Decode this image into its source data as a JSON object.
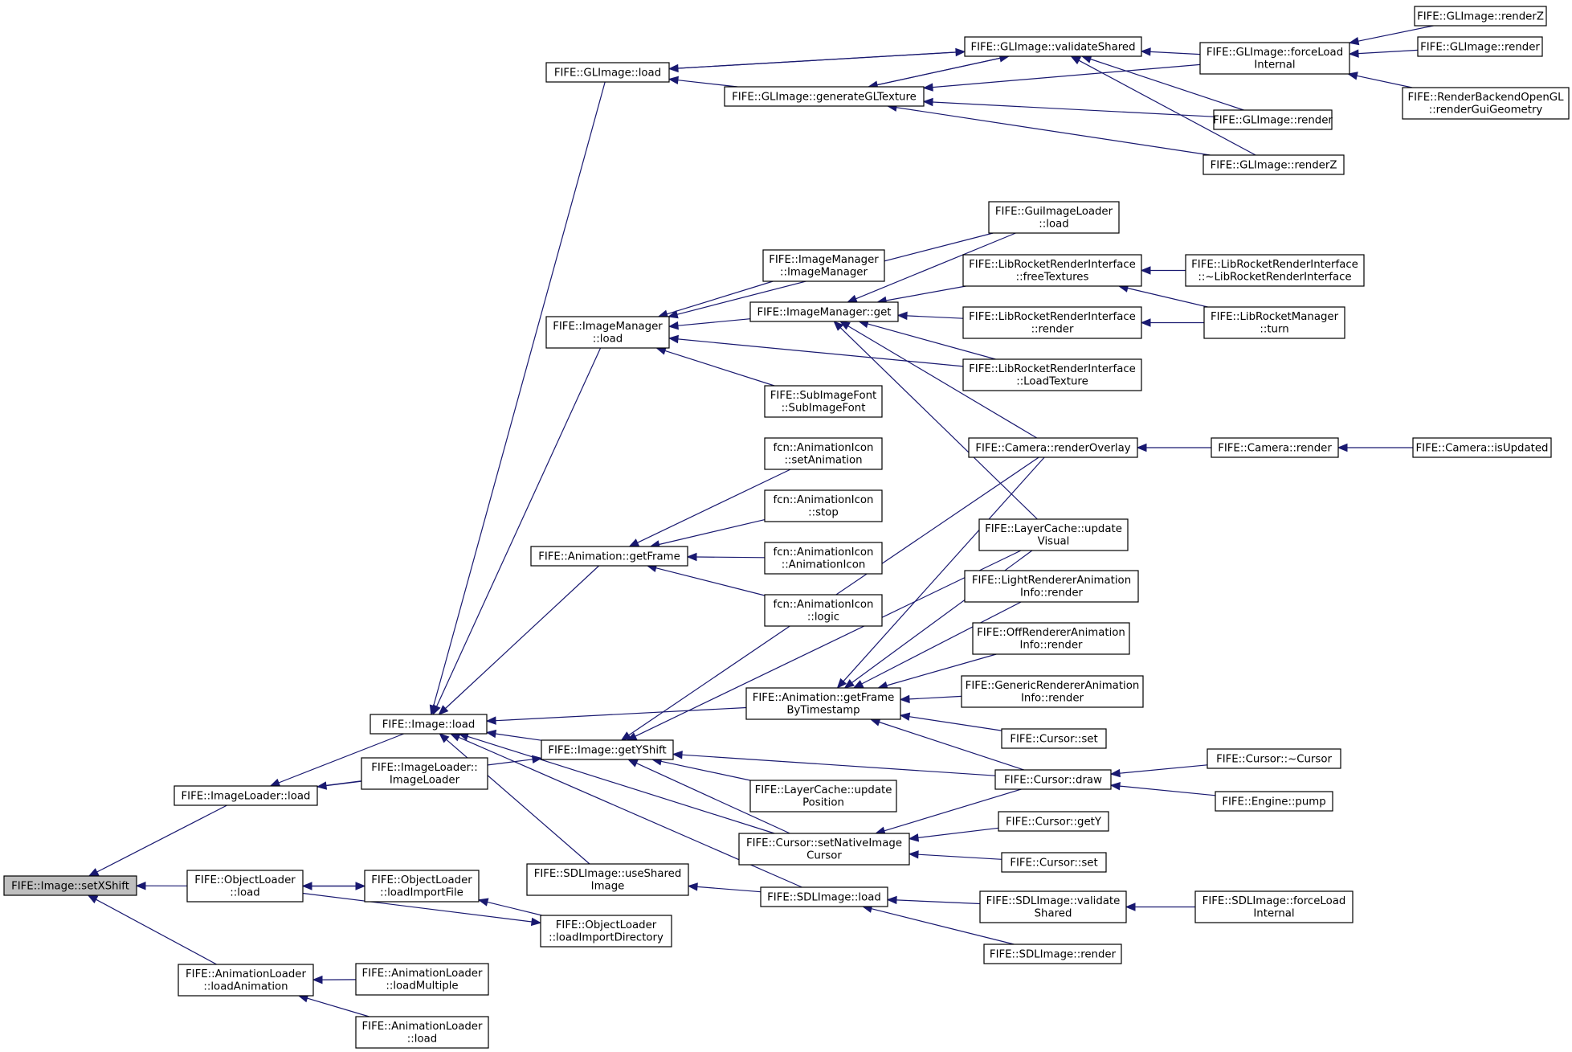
{
  "nodes": [
    {
      "id": "root",
      "lines": [
        "FIFE::Image::setXShift"
      ],
      "root": true
    },
    {
      "id": "il_load",
      "lines": [
        "FIFE::ImageLoader::load"
      ]
    },
    {
      "id": "ol_load",
      "lines": [
        "FIFE::ObjectLoader",
        "::load"
      ]
    },
    {
      "id": "al_loadanim",
      "lines": [
        "FIFE::AnimationLoader",
        "::loadAnimation"
      ]
    },
    {
      "id": "img_load",
      "lines": [
        "FIFE::Image::load"
      ]
    },
    {
      "id": "il_ctor",
      "lines": [
        "FIFE::ImageLoader::",
        "ImageLoader"
      ]
    },
    {
      "id": "ol_importfile",
      "lines": [
        "FIFE::ObjectLoader",
        "::loadImportFile"
      ]
    },
    {
      "id": "ol_importdir",
      "lines": [
        "FIFE::ObjectLoader",
        "::loadImportDirectory"
      ]
    },
    {
      "id": "al_multiple",
      "lines": [
        "FIFE::AnimationLoader",
        "::loadMultiple"
      ]
    },
    {
      "id": "al_load",
      "lines": [
        "FIFE::AnimationLoader",
        "::load"
      ]
    },
    {
      "id": "gl_load",
      "lines": [
        "FIFE::GLImage::load"
      ]
    },
    {
      "id": "im_load",
      "lines": [
        "FIFE::ImageManager",
        "::load"
      ]
    },
    {
      "id": "anim_getframe",
      "lines": [
        "FIFE::Animation::getFrame"
      ]
    },
    {
      "id": "img_getyshift",
      "lines": [
        "FIFE::Image::getYShift"
      ]
    },
    {
      "id": "sdl_useshared",
      "lines": [
        "FIFE::SDLImage::useShared",
        "Image"
      ]
    },
    {
      "id": "gl_gentex",
      "lines": [
        "FIFE::GLImage::generateGLTexture"
      ]
    },
    {
      "id": "gl_validate",
      "lines": [
        "FIFE::GLImage::validateShared"
      ]
    },
    {
      "id": "gl_forceload",
      "lines": [
        "FIFE::GLImage::forceLoad",
        "Internal"
      ]
    },
    {
      "id": "gl_render_a",
      "lines": [
        "FIFE::GLImage::render"
      ]
    },
    {
      "id": "gl_renderz_a",
      "lines": [
        "FIFE::GLImage::renderZ"
      ]
    },
    {
      "id": "gl_renderz_b",
      "lines": [
        "FIFE::GLImage::renderZ"
      ]
    },
    {
      "id": "gl_render_b",
      "lines": [
        "FIFE::GLImage::render"
      ]
    },
    {
      "id": "rbogl_gui",
      "lines": [
        "FIFE::RenderBackendOpenGL",
        "::renderGuiGeometry"
      ]
    },
    {
      "id": "guiimgloader",
      "lines": [
        "FIFE::GuiImageLoader",
        "::load"
      ]
    },
    {
      "id": "im_ctor",
      "lines": [
        "FIFE::ImageManager",
        "::ImageManager"
      ]
    },
    {
      "id": "im_get",
      "lines": [
        "FIFE::ImageManager::get"
      ]
    },
    {
      "id": "subimgfont",
      "lines": [
        "FIFE::SubImageFont",
        "::SubImageFont"
      ]
    },
    {
      "id": "lr_freetex",
      "lines": [
        "FIFE::LibRocketRenderInterface",
        "::freeTextures"
      ]
    },
    {
      "id": "lr_dtor",
      "lines": [
        "FIFE::LibRocketRenderInterface",
        "::~LibRocketRenderInterface"
      ]
    },
    {
      "id": "lr_render",
      "lines": [
        "FIFE::LibRocketRenderInterface",
        "::render"
      ]
    },
    {
      "id": "lrm_turn",
      "lines": [
        "FIFE::LibRocketManager",
        "::turn"
      ]
    },
    {
      "id": "lr_loadtex",
      "lines": [
        "FIFE::LibRocketRenderInterface",
        "::LoadTexture"
      ]
    },
    {
      "id": "ai_setanim",
      "lines": [
        "fcn::AnimationIcon",
        "::setAnimation"
      ]
    },
    {
      "id": "ai_stop",
      "lines": [
        "fcn::AnimationIcon",
        "::stop"
      ]
    },
    {
      "id": "ai_ctor",
      "lines": [
        "fcn::AnimationIcon",
        "::AnimationIcon"
      ]
    },
    {
      "id": "ai_logic",
      "lines": [
        "fcn::AnimationIcon",
        "::logic"
      ]
    },
    {
      "id": "cam_overlay",
      "lines": [
        "FIFE::Camera::renderOverlay"
      ]
    },
    {
      "id": "cam_render",
      "lines": [
        "FIFE::Camera::render"
      ]
    },
    {
      "id": "cam_isupdated",
      "lines": [
        "FIFE::Camera::isUpdated"
      ]
    },
    {
      "id": "lc_updatevisual",
      "lines": [
        "FIFE::LayerCache::update",
        "Visual"
      ]
    },
    {
      "id": "lightr",
      "lines": [
        "FIFE::LightRendererAnimation",
        "Info::render"
      ]
    },
    {
      "id": "offr",
      "lines": [
        "FIFE::OffRendererAnimation",
        "Info::render"
      ]
    },
    {
      "id": "anim_bytime",
      "lines": [
        "FIFE::Animation::getFrame",
        "ByTimestamp"
      ]
    },
    {
      "id": "genr",
      "lines": [
        "FIFE::GenericRendererAnimation",
        "Info::render"
      ]
    },
    {
      "id": "cur_set_a",
      "lines": [
        "FIFE::Cursor::set"
      ]
    },
    {
      "id": "cur_draw",
      "lines": [
        "FIFE::Cursor::draw"
      ]
    },
    {
      "id": "cur_dtor",
      "lines": [
        "FIFE::Cursor::~Cursor"
      ]
    },
    {
      "id": "eng_pump",
      "lines": [
        "FIFE::Engine::pump"
      ]
    },
    {
      "id": "lc_updatepos",
      "lines": [
        "FIFE::LayerCache::update",
        "Position"
      ]
    },
    {
      "id": "cur_setnative",
      "lines": [
        "FIFE::Cursor::setNativeImage",
        "Cursor"
      ]
    },
    {
      "id": "cur_gety",
      "lines": [
        "FIFE::Cursor::getY"
      ]
    },
    {
      "id": "cur_set_b",
      "lines": [
        "FIFE::Cursor::set"
      ]
    },
    {
      "id": "sdl_load",
      "lines": [
        "FIFE::SDLImage::load"
      ]
    },
    {
      "id": "sdl_validate",
      "lines": [
        "FIFE::SDLImage::validate",
        "Shared"
      ]
    },
    {
      "id": "sdl_forceload",
      "lines": [
        "FIFE::SDLImage::forceLoad",
        "Internal"
      ]
    },
    {
      "id": "sdl_render",
      "lines": [
        "FIFE::SDLImage::render"
      ]
    }
  ],
  "edges": [
    {
      "from": "il_load",
      "to": "root"
    },
    {
      "from": "ol_load",
      "to": "root"
    },
    {
      "from": "al_loadanim",
      "to": "root"
    },
    {
      "from": "img_load",
      "to": "il_load"
    },
    {
      "from": "il_ctor",
      "to": "il_load"
    },
    {
      "from": "ol_importfile",
      "to": "ol_load"
    },
    {
      "from": "ol_load",
      "to": "ol_importfile"
    },
    {
      "from": "ol_importdir",
      "to": "ol_importfile"
    },
    {
      "from": "ol_load",
      "to": "ol_importdir"
    },
    {
      "from": "al_multiple",
      "to": "al_loadanim"
    },
    {
      "from": "al_load",
      "to": "al_loadanim"
    },
    {
      "from": "il_load",
      "to": "img_getyshift"
    },
    {
      "from": "gl_load",
      "to": "img_load"
    },
    {
      "from": "im_load",
      "to": "img_load"
    },
    {
      "from": "anim_getframe",
      "to": "img_load"
    },
    {
      "from": "img_getyshift",
      "to": "img_load"
    },
    {
      "from": "anim_bytime",
      "to": "img_load"
    },
    {
      "from": "sdl_useshared",
      "to": "img_load"
    },
    {
      "from": "sdl_load",
      "to": "img_load"
    },
    {
      "from": "cur_setnative",
      "to": "img_load"
    },
    {
      "from": "gl_validate",
      "to": "gl_load"
    },
    {
      "from": "gl_gentex",
      "to": "gl_load"
    },
    {
      "from": "gl_load",
      "to": "gl_validate"
    },
    {
      "from": "gl_gentex",
      "to": "gl_validate"
    },
    {
      "from": "gl_forceload",
      "to": "gl_validate"
    },
    {
      "from": "gl_render_b",
      "to": "gl_validate"
    },
    {
      "from": "gl_renderz_b",
      "to": "gl_validate"
    },
    {
      "from": "gl_validate",
      "to": "gl_gentex"
    },
    {
      "from": "gl_forceload",
      "to": "gl_gentex"
    },
    {
      "from": "gl_render_b",
      "to": "gl_gentex"
    },
    {
      "from": "gl_renderz_b",
      "to": "gl_gentex"
    },
    {
      "from": "gl_renderz_a",
      "to": "gl_forceload"
    },
    {
      "from": "gl_render_a",
      "to": "gl_forceload"
    },
    {
      "from": "rbogl_gui",
      "to": "gl_forceload"
    },
    {
      "from": "guiimgloader",
      "to": "im_load"
    },
    {
      "from": "im_ctor",
      "to": "im_load"
    },
    {
      "from": "im_get",
      "to": "im_load"
    },
    {
      "from": "lr_loadtex",
      "to": "im_load"
    },
    {
      "from": "subimgfont",
      "to": "im_load"
    },
    {
      "from": "guiimgloader",
      "to": "im_get"
    },
    {
      "from": "lr_freetex",
      "to": "im_get"
    },
    {
      "from": "lr_render",
      "to": "im_get"
    },
    {
      "from": "lr_loadtex",
      "to": "im_get"
    },
    {
      "from": "cam_overlay",
      "to": "im_get"
    },
    {
      "from": "lc_updatevisual",
      "to": "im_get"
    },
    {
      "from": "lr_dtor",
      "to": "lr_freetex"
    },
    {
      "from": "lrm_turn",
      "to": "lr_freetex"
    },
    {
      "from": "lrm_turn",
      "to": "lr_render"
    },
    {
      "from": "ai_setanim",
      "to": "anim_getframe"
    },
    {
      "from": "ai_stop",
      "to": "anim_getframe"
    },
    {
      "from": "ai_ctor",
      "to": "anim_getframe"
    },
    {
      "from": "ai_logic",
      "to": "anim_getframe"
    },
    {
      "from": "cam_render",
      "to": "cam_overlay"
    },
    {
      "from": "cam_isupdated",
      "to": "cam_render"
    },
    {
      "from": "cam_overlay",
      "to": "img_getyshift"
    },
    {
      "from": "lc_updatevisual",
      "to": "img_getyshift"
    },
    {
      "from": "cur_draw",
      "to": "img_getyshift"
    },
    {
      "from": "lc_updatepos",
      "to": "img_getyshift"
    },
    {
      "from": "cur_setnative",
      "to": "img_getyshift"
    },
    {
      "from": "cam_overlay",
      "to": "anim_bytime"
    },
    {
      "from": "lc_updatevisual",
      "to": "anim_bytime"
    },
    {
      "from": "lightr",
      "to": "anim_bytime"
    },
    {
      "from": "offr",
      "to": "anim_bytime"
    },
    {
      "from": "genr",
      "to": "anim_bytime"
    },
    {
      "from": "cur_set_a",
      "to": "anim_bytime"
    },
    {
      "from": "cur_draw",
      "to": "anim_bytime"
    },
    {
      "from": "cur_dtor",
      "to": "cur_draw"
    },
    {
      "from": "eng_pump",
      "to": "cur_draw"
    },
    {
      "from": "cur_draw",
      "to": "cur_setnative"
    },
    {
      "from": "cur_gety",
      "to": "cur_setnative"
    },
    {
      "from": "cur_set_b",
      "to": "cur_setnative"
    },
    {
      "from": "sdl_load",
      "to": "sdl_useshared"
    },
    {
      "from": "sdl_validate",
      "to": "sdl_load"
    },
    {
      "from": "sdl_render",
      "to": "sdl_load"
    },
    {
      "from": "sdl_forceload",
      "to": "sdl_validate"
    }
  ]
}
